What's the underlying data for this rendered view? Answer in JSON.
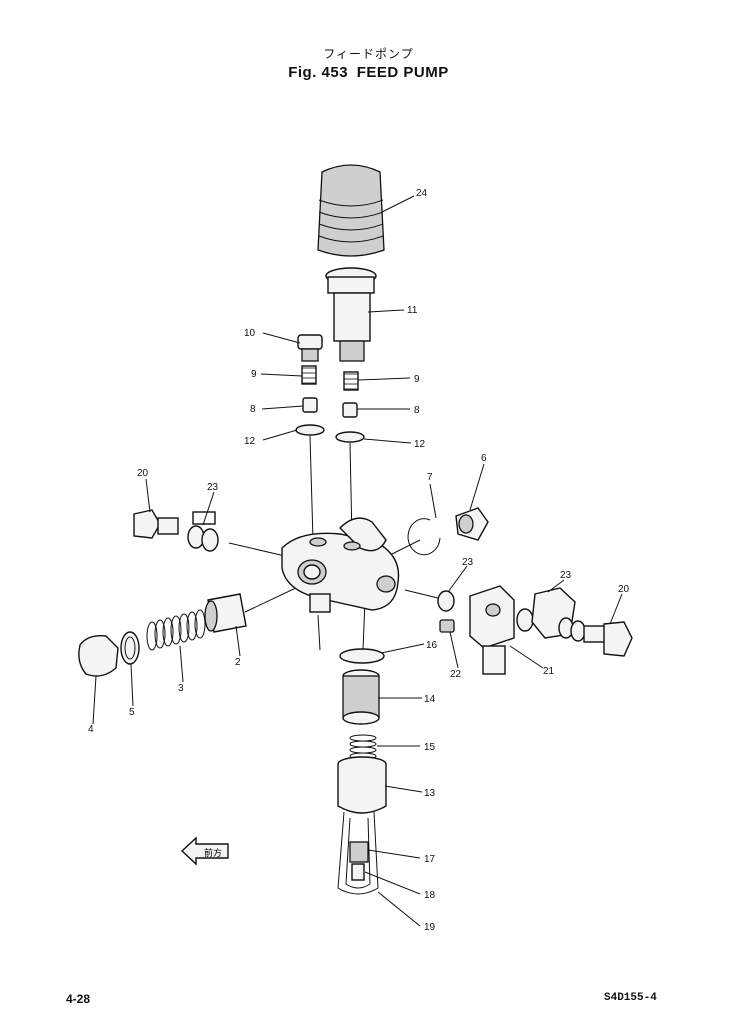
{
  "header": {
    "japanese_title": "フィードポンプ",
    "fig_label": "Fig. 453",
    "fig_title": "FEED PUMP"
  },
  "footer": {
    "page_number": "4-28",
    "drawing_code": "S4D155-4"
  },
  "direction_arrow": {
    "label": "前方"
  },
  "part_labels": {
    "p24": "24",
    "p11": "11",
    "p10": "10",
    "p9a": "9",
    "p9b": "9",
    "p8a": "8",
    "p8b": "8",
    "p12a": "12",
    "p12b": "12",
    "p20a": "20",
    "p23a": "23",
    "p7": "7",
    "p6": "6",
    "p23b": "23",
    "p23c": "23",
    "p20b": "20",
    "p22": "22",
    "p21": "21",
    "p16": "16",
    "p2": "2",
    "p3": "3",
    "p5": "5",
    "p4": "4",
    "p14": "14",
    "p15": "15",
    "p13": "13",
    "p17": "17",
    "p18": "18",
    "p19": "19"
  }
}
